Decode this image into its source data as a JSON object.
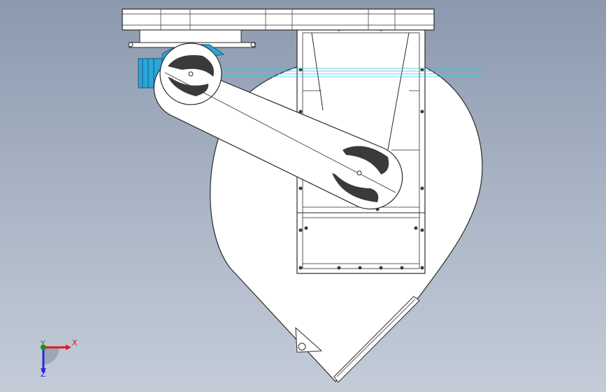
{
  "viewport": {
    "background_top": "#8c99ae",
    "background_bottom": "#c4ccd8",
    "line_color": "#2a2a2a",
    "part_fill": "#ffffff",
    "accent_blue": "#2aa6d8"
  },
  "model": {
    "components": [
      "top-frame",
      "housing-body",
      "hopper-frame",
      "conveyor-arm",
      "drive-motor",
      "chute"
    ]
  },
  "triad": {
    "x_label": "X",
    "y_label": "Y",
    "z_label": "Z",
    "x_color": "#e01a1a",
    "y_color": "#1a8f1a",
    "z_color": "#2a2adf"
  }
}
